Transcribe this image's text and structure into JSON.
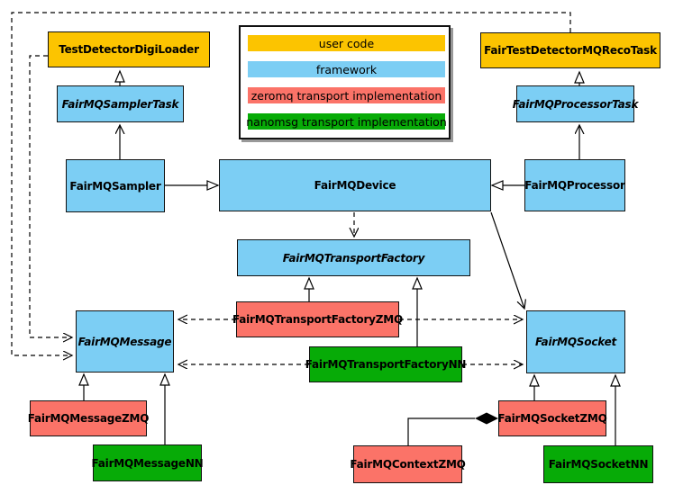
{
  "colors": {
    "user": "#FCC400",
    "framework": "#7CCEF4",
    "zeromq": "#FB7368",
    "nanomsg": "#07AB07"
  },
  "legend": {
    "items": [
      {
        "label": "user code",
        "category": "user"
      },
      {
        "label": "framework",
        "category": "framework"
      },
      {
        "label": "zeromq transport implementation",
        "category": "zeromq"
      },
      {
        "label": "nanomsg transport implementation",
        "category": "nanomsg"
      }
    ]
  },
  "nodes": {
    "test_detector_digi_loader": {
      "label": "TestDetectorDigiLoader",
      "category": "user"
    },
    "fair_test_detector_mq_reco_task": {
      "label": "FairTestDetectorMQRecoTask",
      "category": "user"
    },
    "fair_mq_sampler_task": {
      "label": "FairMQSamplerTask",
      "category": "framework",
      "abstract": true
    },
    "fair_mq_processor_task": {
      "label": "FairMQProcessorTask",
      "category": "framework",
      "abstract": true
    },
    "fair_mq_sampler": {
      "label": "FairMQSampler",
      "category": "framework"
    },
    "fair_mq_device": {
      "label": "FairMQDevice",
      "category": "framework"
    },
    "fair_mq_processor": {
      "label": "FairMQProcessor",
      "category": "framework"
    },
    "fair_mq_transport_factory": {
      "label": "FairMQTransportFactory",
      "category": "framework",
      "abstract": true
    },
    "fair_mq_transport_factory_zmq": {
      "label": "FairMQTransportFactoryZMQ",
      "category": "zeromq"
    },
    "fair_mq_transport_factory_nn": {
      "label": "FairMQTransportFactoryNN",
      "category": "nanomsg"
    },
    "fair_mq_message": {
      "label": "FairMQMessage",
      "category": "framework",
      "abstract": true
    },
    "fair_mq_socket": {
      "label": "FairMQSocket",
      "category": "framework",
      "abstract": true
    },
    "fair_mq_message_zmq": {
      "label": "FairMQMessageZMQ",
      "category": "zeromq"
    },
    "fair_mq_message_nn": {
      "label": "FairMQMessageNN",
      "category": "nanomsg"
    },
    "fair_mq_socket_zmq": {
      "label": "FairMQSocketZMQ",
      "category": "zeromq"
    },
    "fair_mq_context_zmq": {
      "label": "FairMQContextZMQ",
      "category": "zeromq"
    },
    "fair_mq_socket_nn": {
      "label": "FairMQSocketNN",
      "category": "nanomsg"
    }
  }
}
